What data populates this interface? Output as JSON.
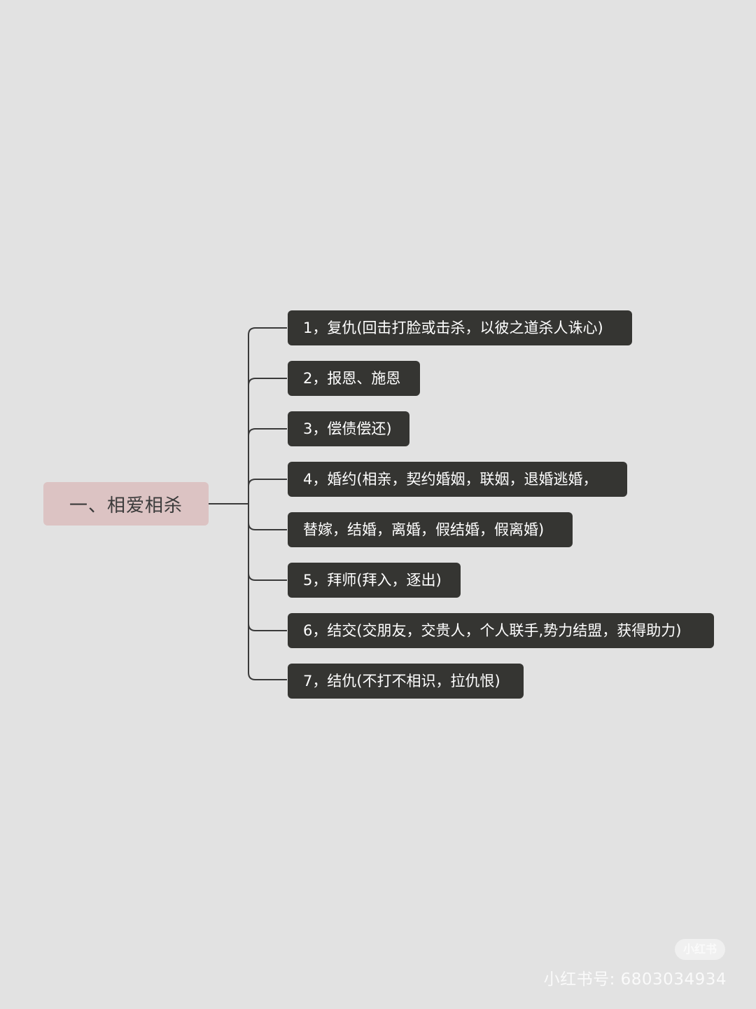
{
  "mindmap": {
    "root": {
      "label": "一、相爱相杀"
    },
    "children": [
      {
        "label": "1，复仇(回击打脸或击杀，以彼之道杀人诛心)"
      },
      {
        "label": "2，报恩、施恩"
      },
      {
        "label": "3，偿债偿还)"
      },
      {
        "label": "4，婚约(相亲，契约婚姻，联姻，退婚逃婚，"
      },
      {
        "label": "替嫁，结婚，离婚，假结婚，假离婚)"
      },
      {
        "label": "5，拜师(拜入，逐出)"
      },
      {
        "label": "6，结交(交朋友，交贵人，个人联手,势力结盟，获得助力)"
      },
      {
        "label": "7，结仇(不打不相识，拉仇恨)"
      }
    ]
  },
  "watermark": {
    "logo_text": "小红书",
    "id_text": "小红书号: 6803034934"
  },
  "colors": {
    "background": "#e2e2e2",
    "root_fill": "#dcc3c3",
    "child_fill": "#353532",
    "connector": "#3a3a3a"
  }
}
